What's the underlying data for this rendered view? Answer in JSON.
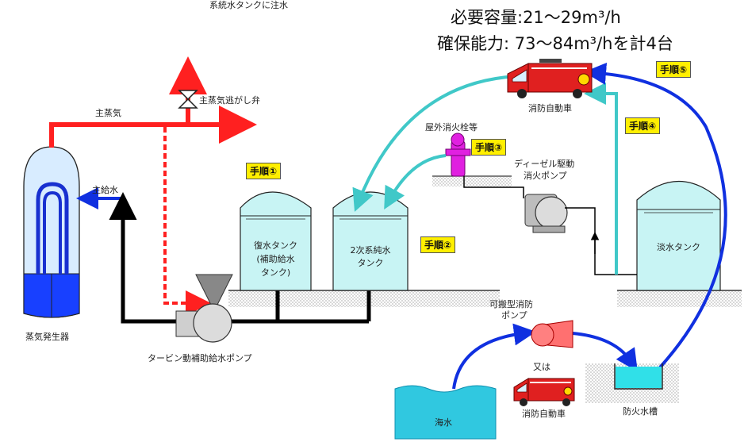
{
  "header": {
    "top_title": "系統水タンクに注水",
    "capacity_required": "必要容量:21〜29m³/h",
    "capacity_secured": "確保能力: 73〜84m³/hを計4台"
  },
  "steps": {
    "s1": "手順①",
    "s2": "手順②",
    "s3": "手順③",
    "s4": "手順④",
    "s5": "手順⑤"
  },
  "labels": {
    "main_steam": "主蒸気",
    "steam_relief_valve": "主蒸気逃がし弁",
    "main_feedwater": "主給水",
    "steam_generator": "蒸気発生器",
    "turbine_pump": "タービン動補助給水ポンプ",
    "condensate_tank_1": "復水タンク",
    "condensate_tank_2": "(補助給水",
    "condensate_tank_3": "タンク)",
    "secondary_tank_1": "2次系純水",
    "secondary_tank_2": "タンク",
    "hydrant": "屋外消火栓等",
    "diesel_pump_1": "ディーゼル駆動",
    "diesel_pump_2": "消火ポンプ",
    "fresh_water_tank": "淡水タンク",
    "fire_truck_top": "消防自動車",
    "portable_pump_1": "可搬型消防",
    "portable_pump_2": "ポンプ",
    "or": "又は",
    "fire_truck_bottom": "消防自動車",
    "seawater": "海水",
    "fire_cistern": "防火水槽"
  },
  "colors": {
    "steam": "#ff2020",
    "feedwater_blue": "#1030e0",
    "supply_cyan": "#40c8c8",
    "tank_fill": "#c8f4f4",
    "sg_fill": "#d8ecff",
    "sg_water": "#1840ff",
    "step_bg": "#ffef00",
    "truck_red": "#e02020",
    "hydrant_magenta": "#e020e0",
    "sea": "#30c8e0"
  }
}
